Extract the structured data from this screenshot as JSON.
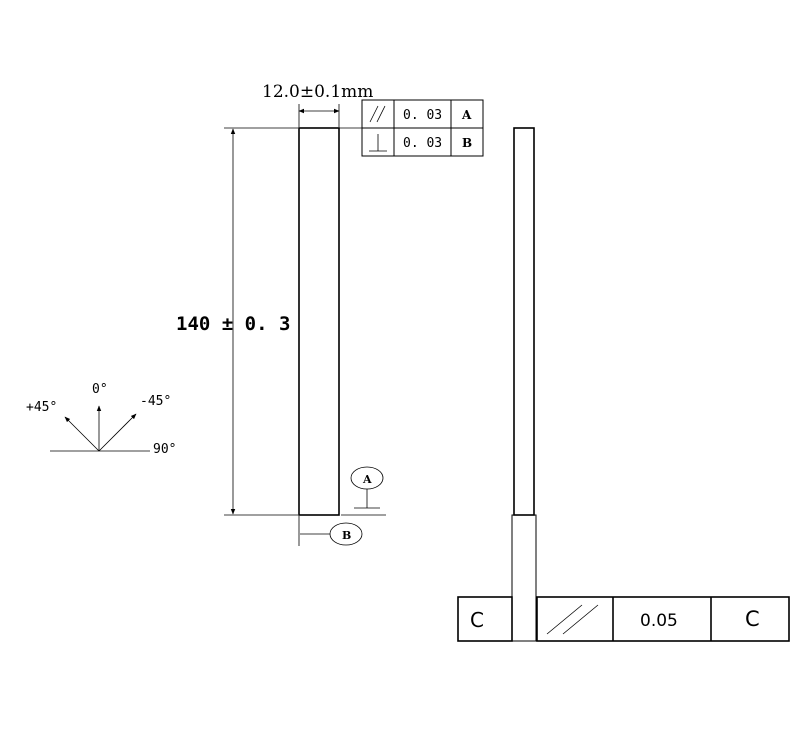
{
  "dimensions": {
    "width_label": "12.0±0.1mm",
    "length_label": "140 ± 0. 3"
  },
  "tolerance_frame": {
    "rows": [
      {
        "symbol": "//",
        "value": "0. 03",
        "datum": "A"
      },
      {
        "symbol": "⊥",
        "value": "0. 03",
        "datum": "B"
      }
    ]
  },
  "datums": {
    "a": "A",
    "b": "B"
  },
  "angles": {
    "plus45": "+45°",
    "zero": "0°",
    "minus45": "-45°",
    "ninety": "90°"
  },
  "side_frame": {
    "datum_left": "C",
    "symbol": "//",
    "value": "0.05",
    "datum_right": "C"
  }
}
